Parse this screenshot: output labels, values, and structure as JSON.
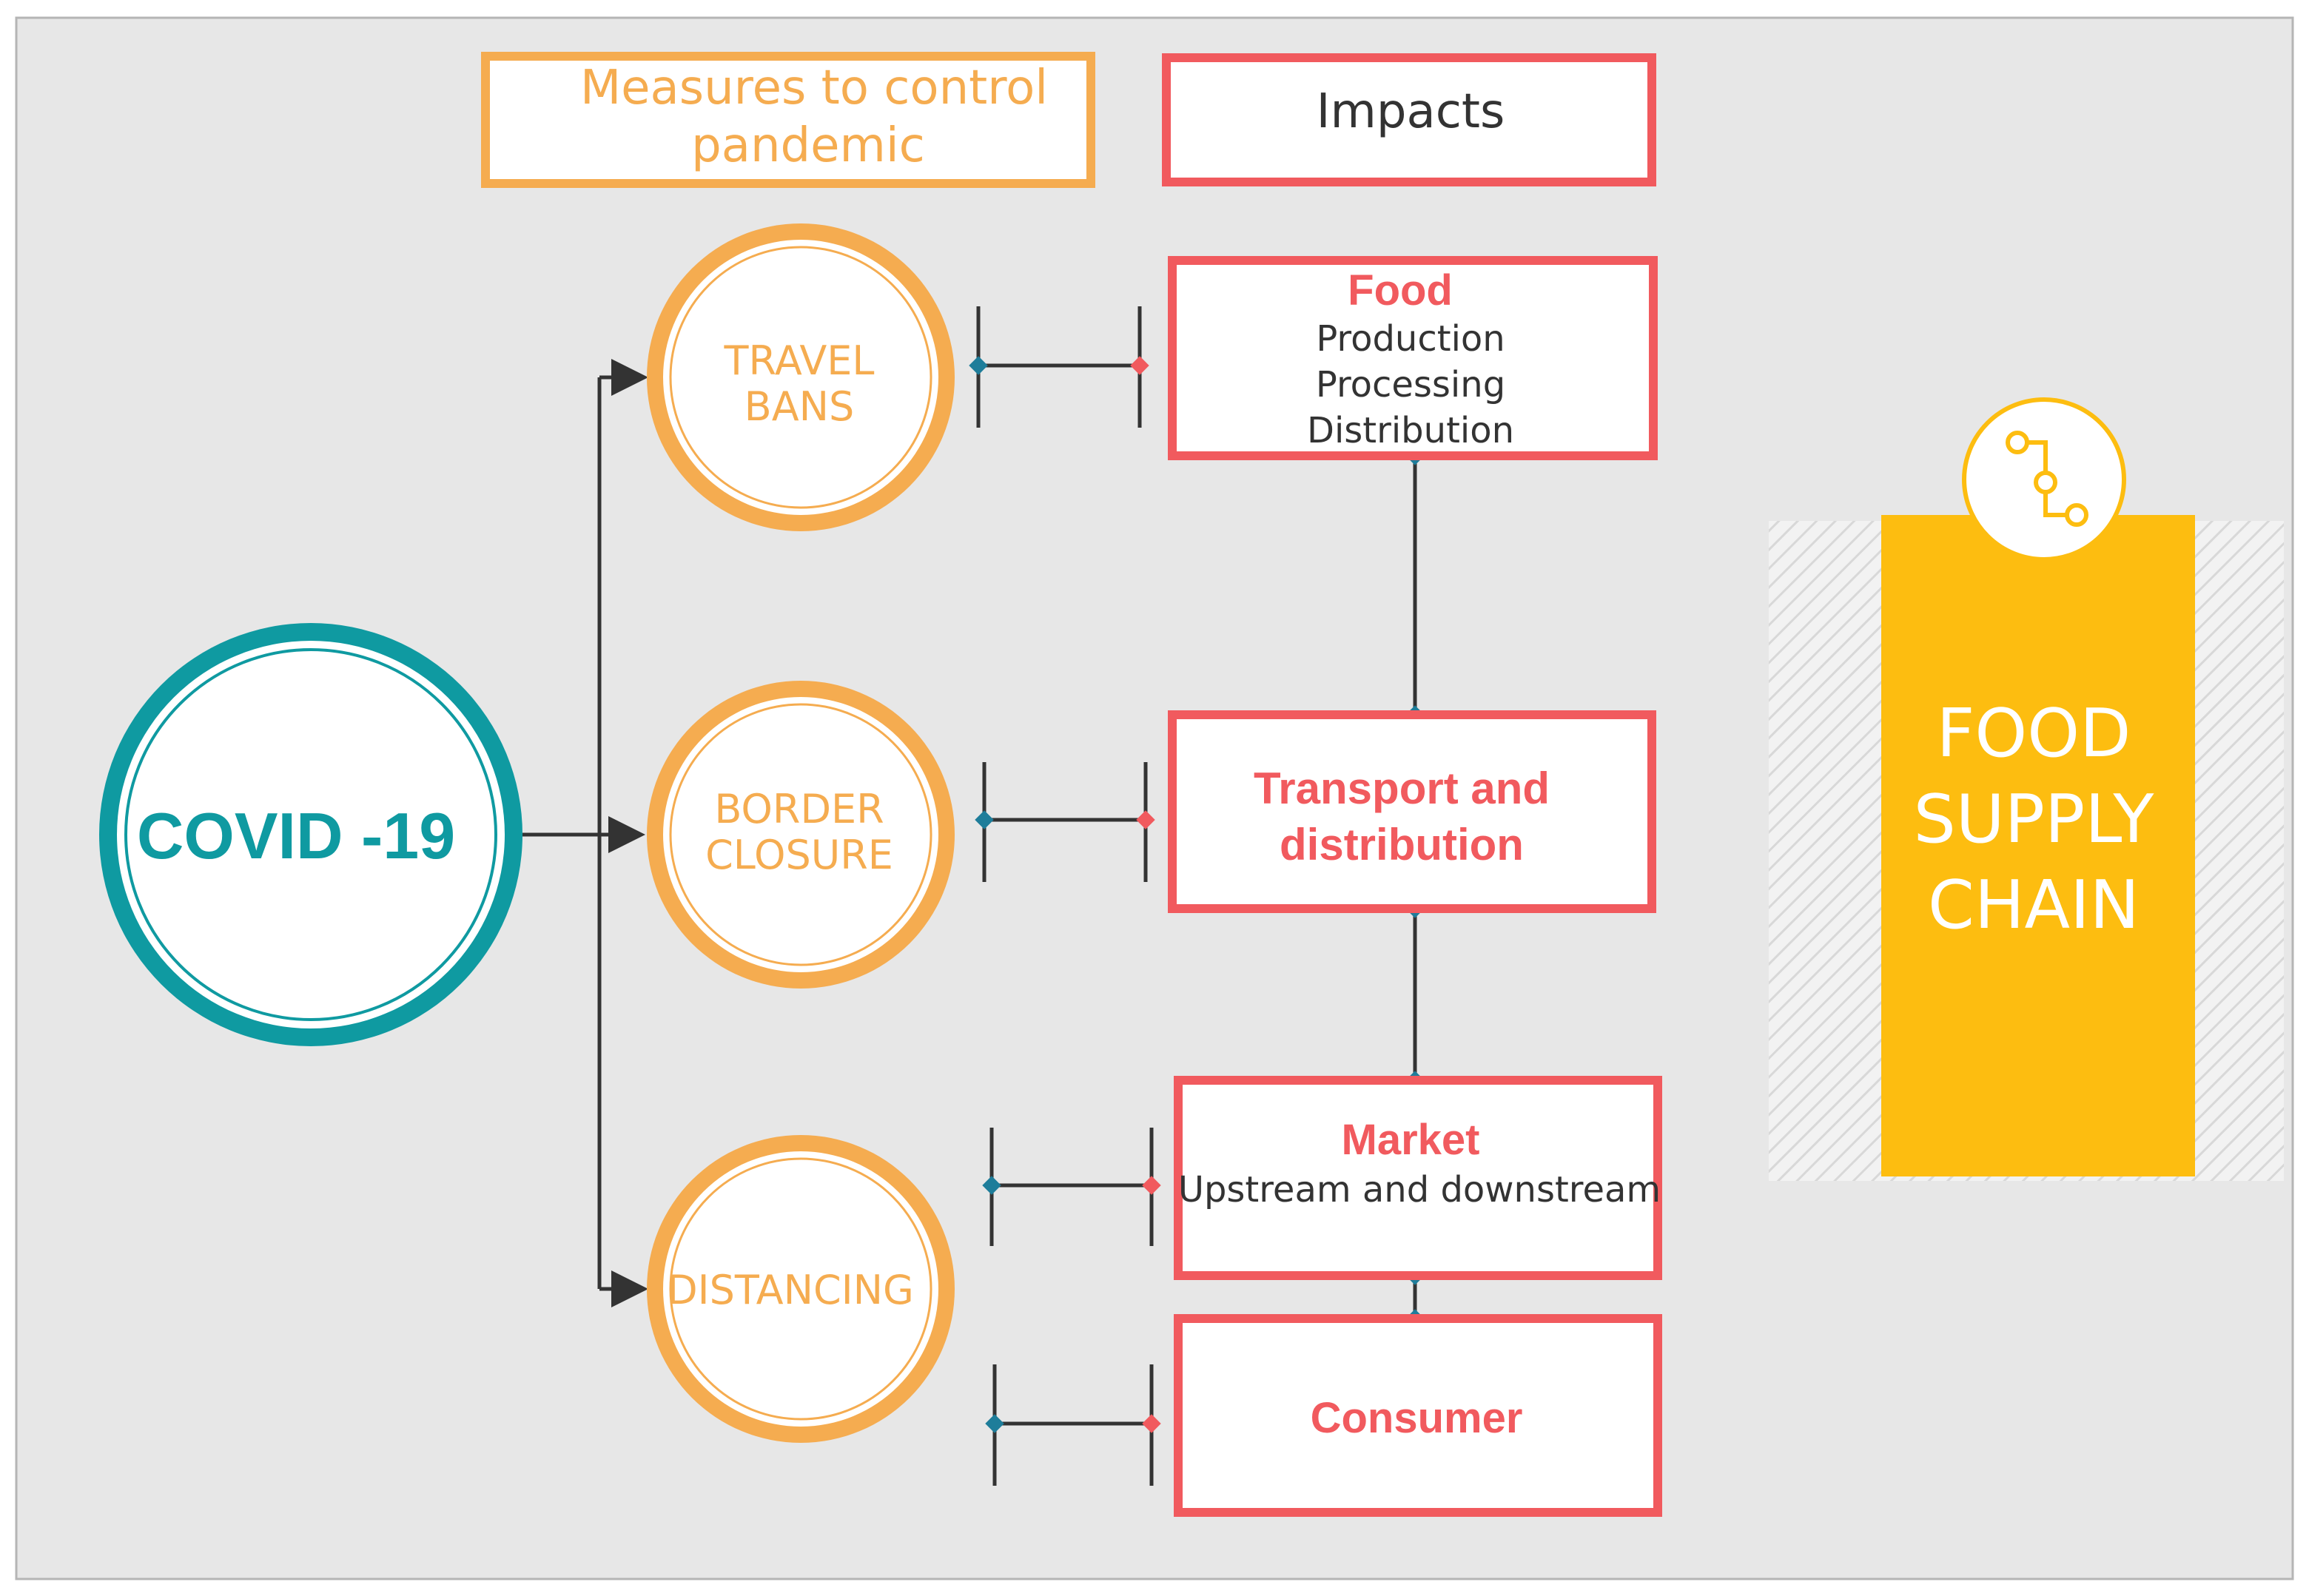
{
  "header": {
    "measures_label_line1": "Measures to control",
    "measures_label_line2": "pandemic",
    "impacts_label": "Impacts"
  },
  "source": {
    "label": "COVID -19"
  },
  "measures": [
    {
      "line1": "TRAVEL",
      "line2": "BANS"
    },
    {
      "line1": "BORDER",
      "line2": "CLOSURE"
    },
    {
      "line1": "DISTANCING",
      "line2": ""
    }
  ],
  "impacts": {
    "food": {
      "title": "Food",
      "lines": [
        "Production",
        "Processing",
        "Distribution"
      ]
    },
    "transport": {
      "line1": "Transport and",
      "line2": "distribution"
    },
    "market": {
      "title": "Market",
      "subtitle": "Upstream and downstream"
    },
    "consumer": {
      "title": "Consumer"
    }
  },
  "supply_chain": {
    "line1": "FOOD",
    "line2": "SUPPLY",
    "line3": "CHAIN",
    "icon": "route-icon"
  },
  "colors": {
    "panel": "#e7e7e7",
    "teal": "#0f9aa1",
    "orange": "#f5ac50",
    "red": "#f15a5e",
    "yellow": "#fdbd10",
    "connector": "#333333",
    "teal_dot": "#1e7d9a"
  }
}
